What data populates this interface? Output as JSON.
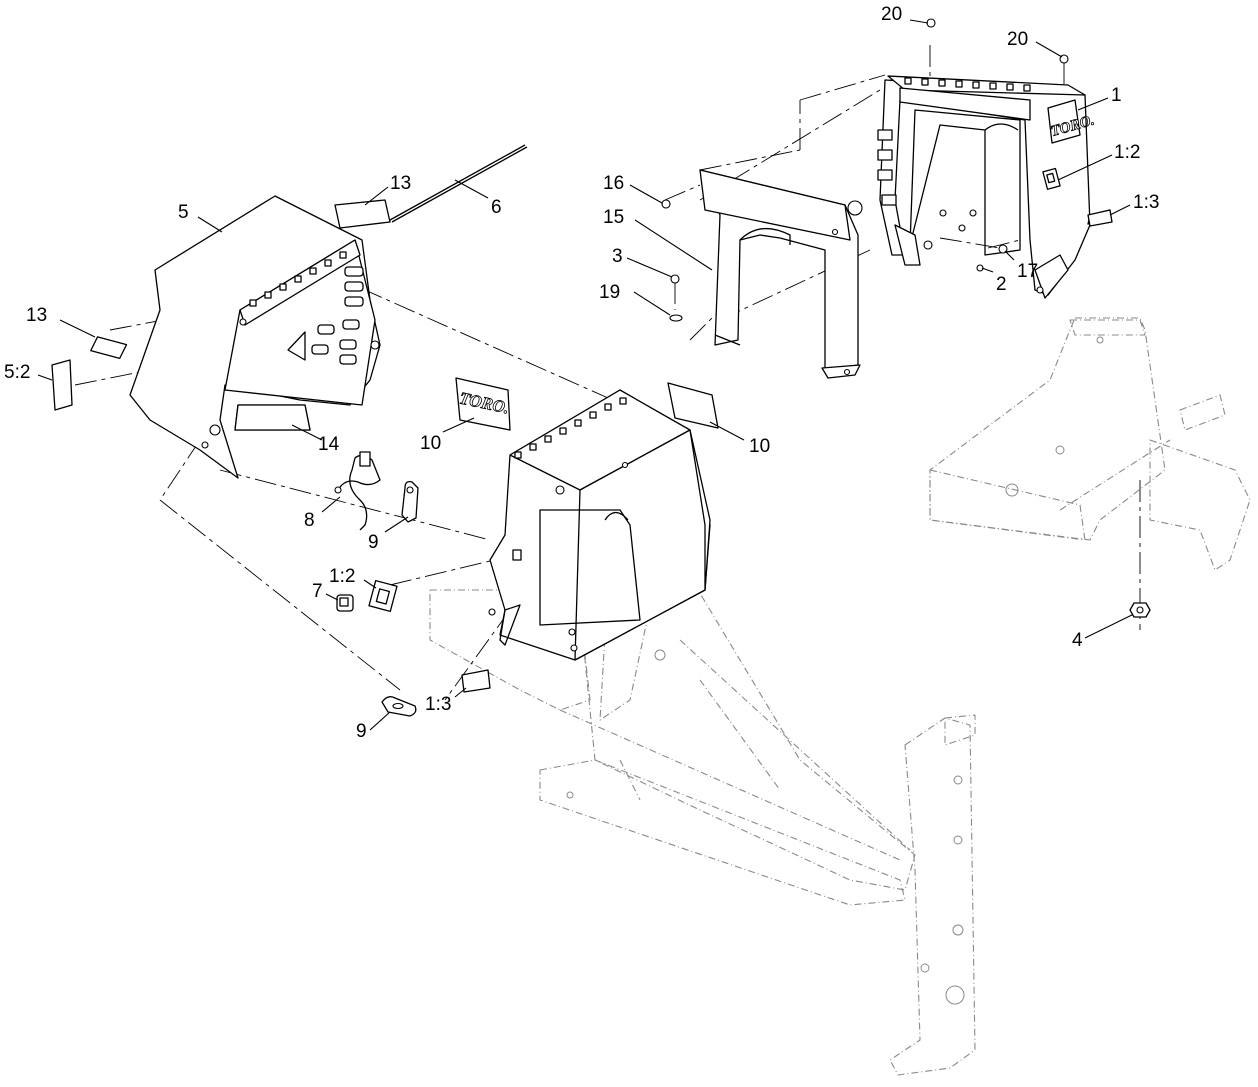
{
  "diagram": {
    "logo_text": "TORO.",
    "callouts": [
      {
        "id": "c-20a",
        "label": "20"
      },
      {
        "id": "c-20b",
        "label": "20"
      },
      {
        "id": "c-1",
        "label": "1"
      },
      {
        "id": "c-1-2-top",
        "label": "1:2"
      },
      {
        "id": "c-1-3-top",
        "label": "1:3"
      },
      {
        "id": "c-16",
        "label": "16"
      },
      {
        "id": "c-15",
        "label": "15"
      },
      {
        "id": "c-3",
        "label": "3"
      },
      {
        "id": "c-19",
        "label": "19"
      },
      {
        "id": "c-2",
        "label": "2"
      },
      {
        "id": "c-17",
        "label": "17"
      },
      {
        "id": "c-13a",
        "label": "13"
      },
      {
        "id": "c-6",
        "label": "6"
      },
      {
        "id": "c-5",
        "label": "5"
      },
      {
        "id": "c-13b",
        "label": "13"
      },
      {
        "id": "c-5-2",
        "label": "5:2"
      },
      {
        "id": "c-14",
        "label": "14"
      },
      {
        "id": "c-10a",
        "label": "10"
      },
      {
        "id": "c-10b",
        "label": "10"
      },
      {
        "id": "c-8",
        "label": "8"
      },
      {
        "id": "c-9a",
        "label": "9"
      },
      {
        "id": "c-1-2-mid",
        "label": "1:2"
      },
      {
        "id": "c-7",
        "label": "7"
      },
      {
        "id": "c-1-3-mid",
        "label": "1:3"
      },
      {
        "id": "c-9b",
        "label": "9"
      },
      {
        "id": "c-4",
        "label": "4"
      }
    ]
  }
}
